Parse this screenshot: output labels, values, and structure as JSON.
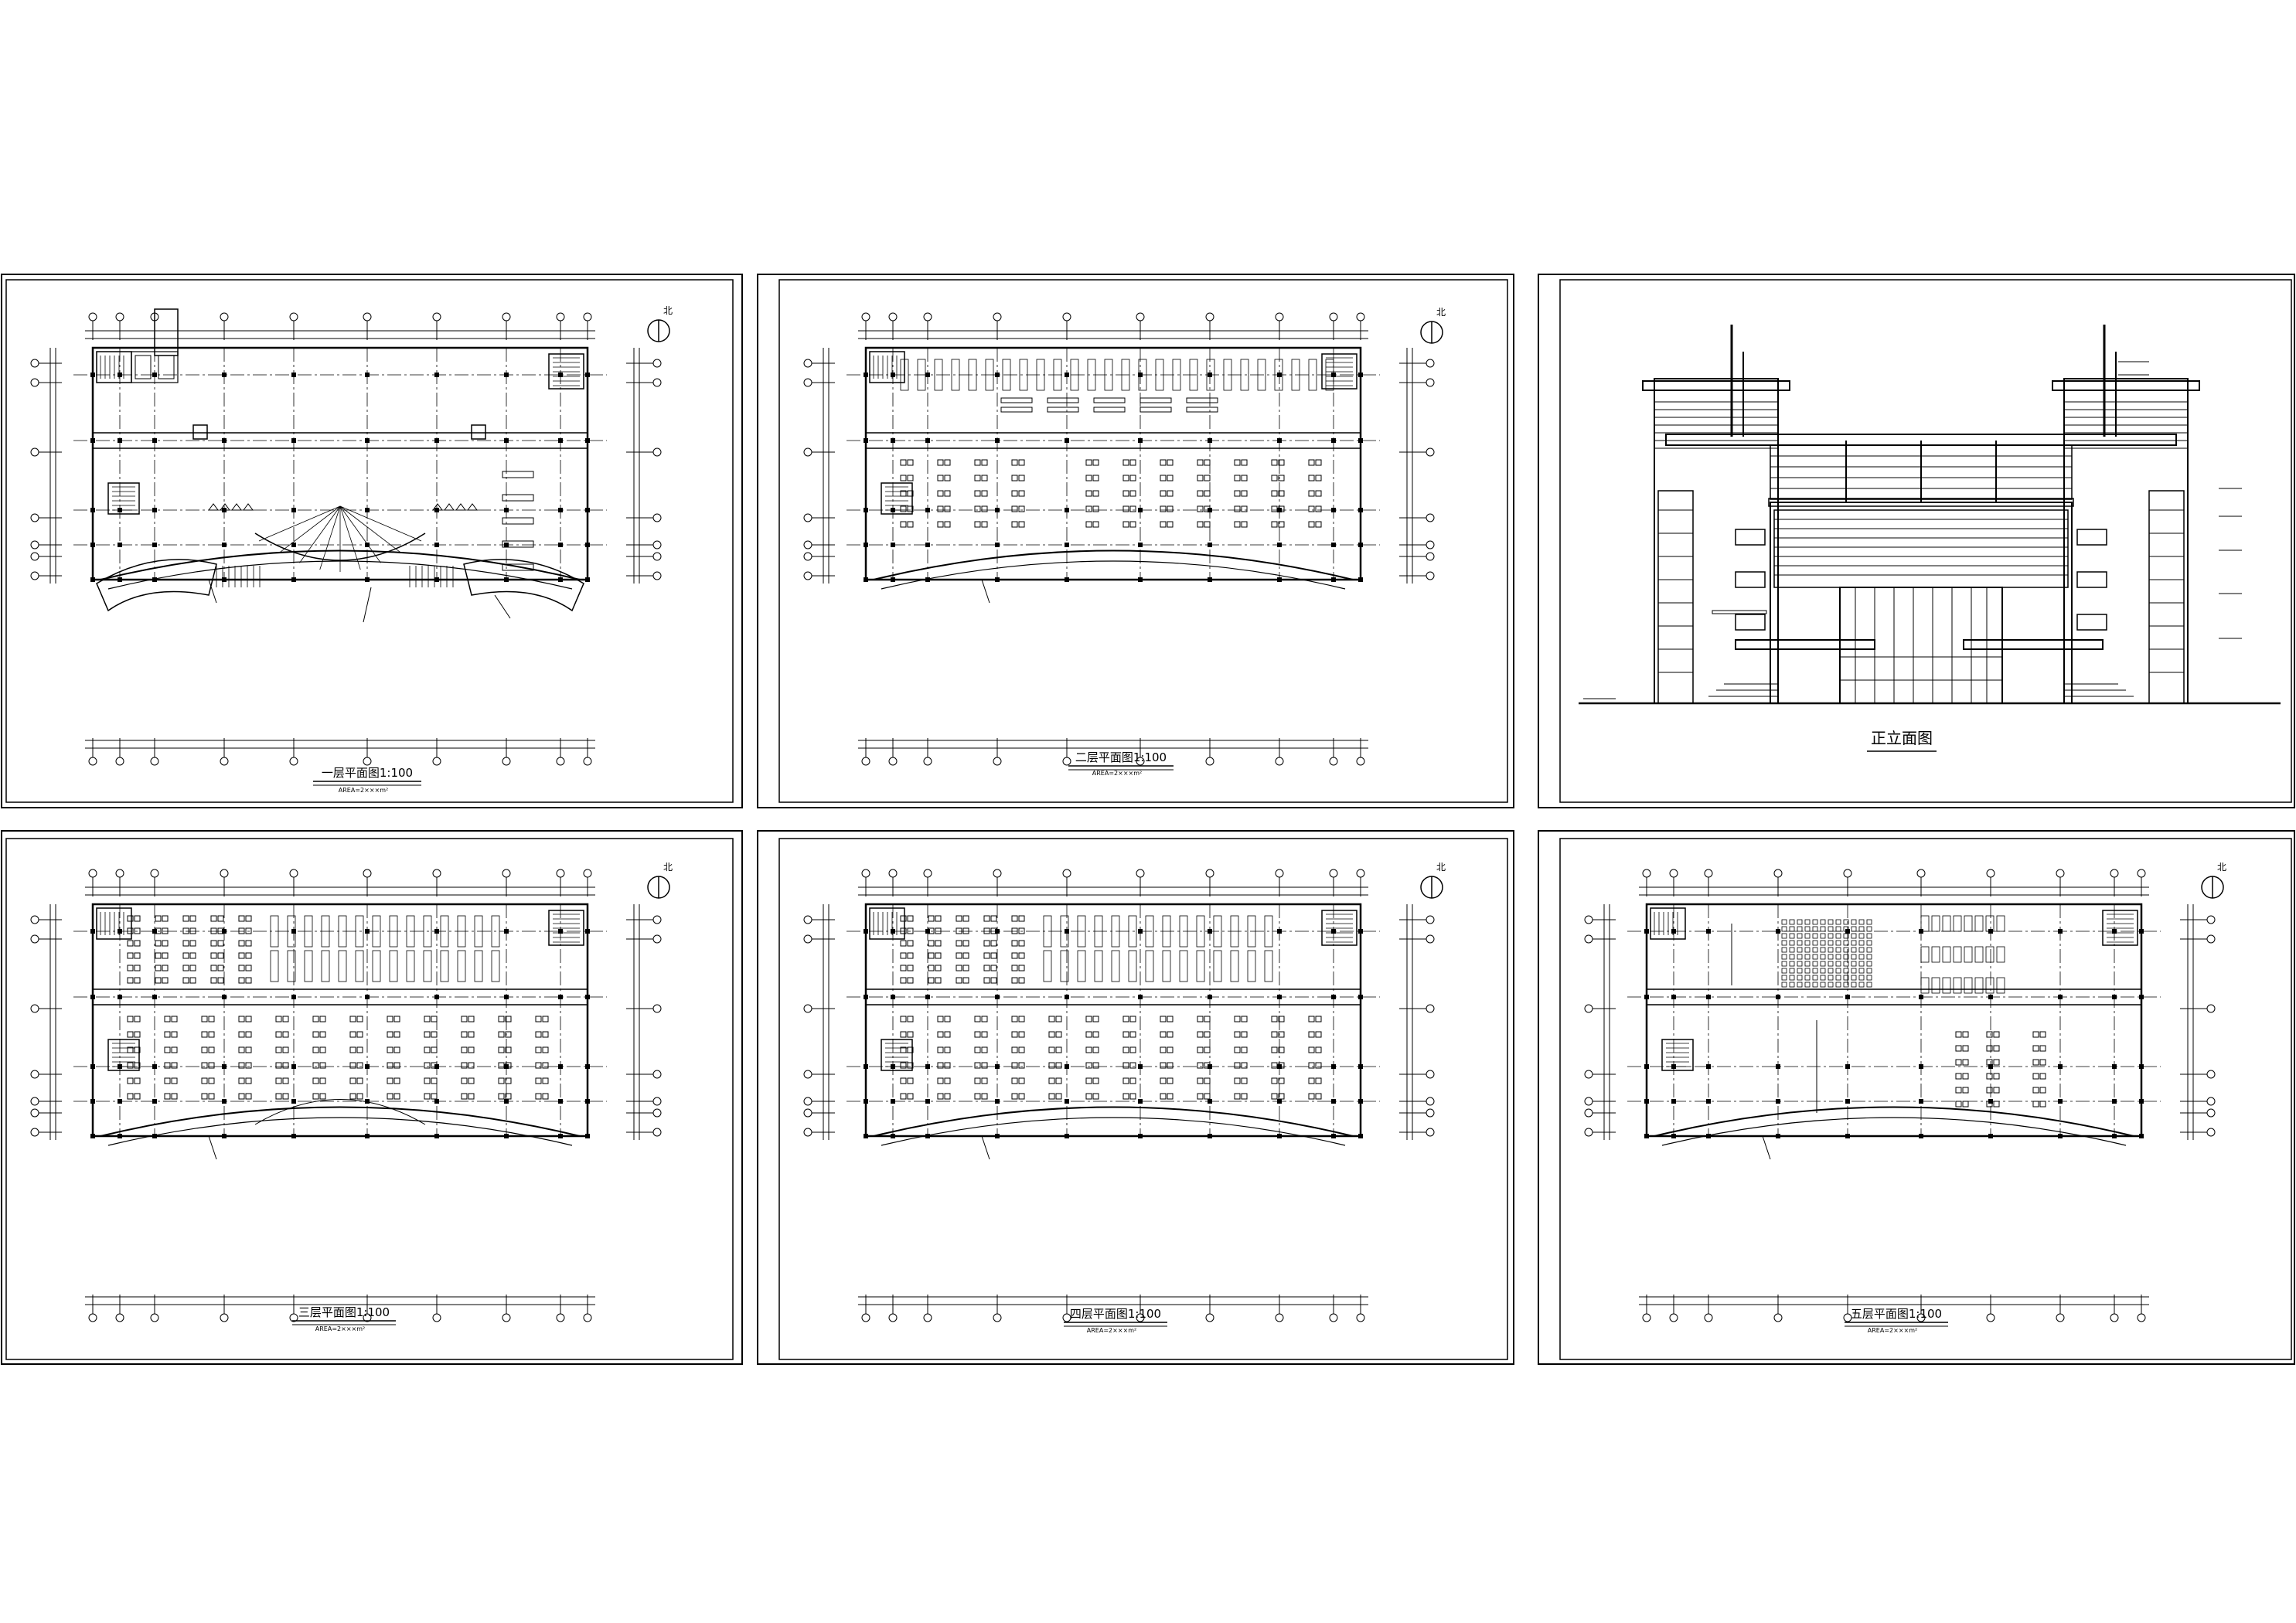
{
  "sheet": {
    "panels": [
      {
        "id": "p1",
        "kind": "plan",
        "variant": "ground",
        "title": "一层平面图1:100",
        "subtitle": "AREA=2×××m²",
        "north_label": "北"
      },
      {
        "id": "p2",
        "kind": "plan",
        "variant": "second",
        "title": "二层平面图1:100",
        "subtitle": "AREA=2×××m²",
        "north_label": "北"
      },
      {
        "id": "p3",
        "kind": "elevation",
        "title": "正立面图"
      },
      {
        "id": "p4",
        "kind": "plan",
        "variant": "third",
        "title": "三层平面图1:100",
        "subtitle": "AREA=2×××m²",
        "north_label": "北"
      },
      {
        "id": "p5",
        "kind": "plan",
        "variant": "fourth",
        "title": "四层平面图1:100",
        "subtitle": "AREA=2×××m²",
        "north_label": "北"
      },
      {
        "id": "p6",
        "kind": "plan",
        "variant": "fifth",
        "title": "五层平面图1:100",
        "subtitle": "AREA=2×××m²",
        "north_label": "北"
      }
    ],
    "colors": {
      "line": "#000000",
      "paper": "#ffffff"
    }
  }
}
